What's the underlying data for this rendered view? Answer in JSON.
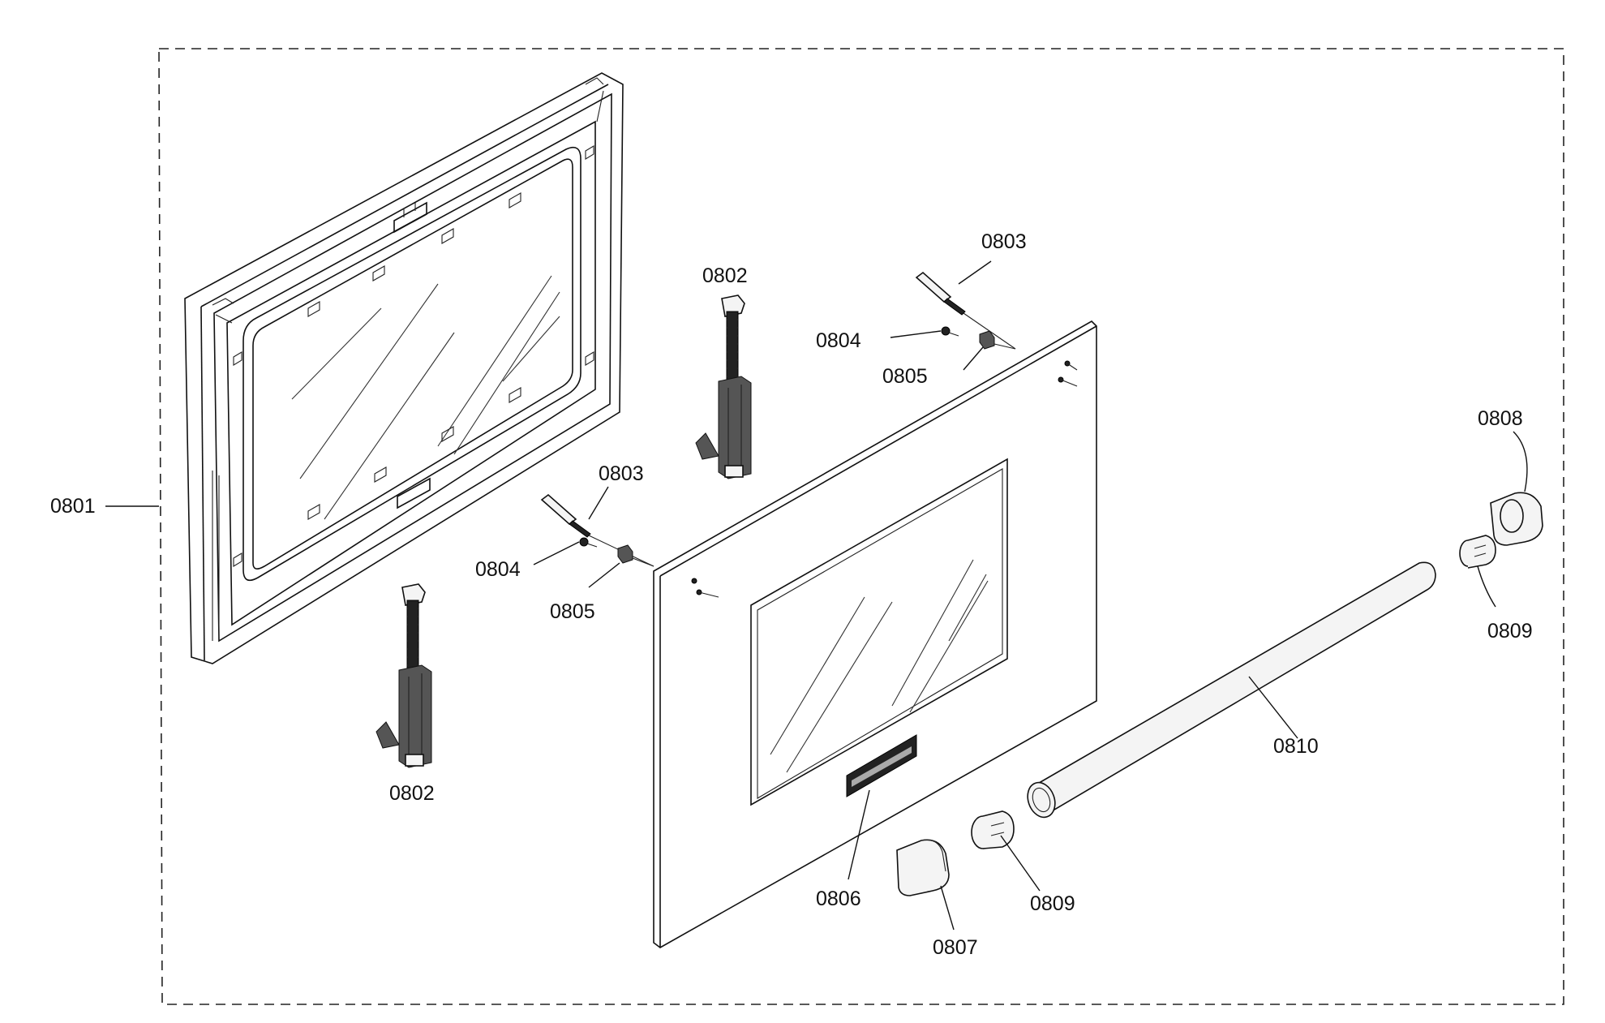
{
  "diagram": {
    "labels": {
      "l0801": "0801",
      "l0802a": "0802",
      "l0802b": "0802",
      "l0803a": "0803",
      "l0803b": "0803",
      "l0804a": "0804",
      "l0804b": "0804",
      "l0805a": "0805",
      "l0805b": "0805",
      "l0806": "0806",
      "l0807": "0807",
      "l0808": "0808",
      "l0809a": "0809",
      "l0809b": "0809",
      "l0810": "0810"
    }
  }
}
